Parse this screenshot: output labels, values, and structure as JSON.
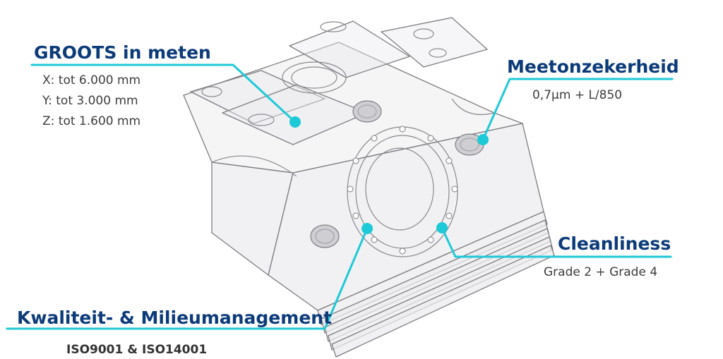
{
  "colors": {
    "accent": "#1ec9d8",
    "title": "#0c3b7a",
    "text": "#3d3d3d",
    "part_fill": "#ececef",
    "part_stroke": "#7d7d82"
  },
  "callouts": {
    "groots": {
      "title": "GROOTS in meten",
      "lines": [
        "X: tot 6.000 mm",
        "Y: tot 3.000 mm",
        "Z: tot 1.600 mm"
      ]
    },
    "meetonzekerheid": {
      "title": "Meetonzekerheid",
      "value": "0,7µm + L/850"
    },
    "cleanliness": {
      "title": "Cleanliness",
      "value": "Grade 2 + Grade 4"
    },
    "kwaliteit": {
      "title": "Kwaliteit- & Milieumanagement",
      "value": "ISO9001 & ISO14001"
    }
  }
}
